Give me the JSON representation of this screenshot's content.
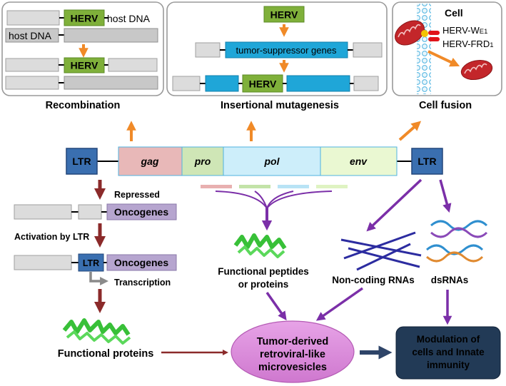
{
  "recombination": {
    "caption": "Recombination",
    "herv_top": "HERV",
    "host_dna_top": "host DNA",
    "host_dna_mid": "host DNA",
    "herv_bottom": "HERV"
  },
  "insertional": {
    "caption": "Insertional mutagenesis",
    "herv_top": "HERV",
    "tsg": "tumor-suppressor genes",
    "herv_bottom": "HERV"
  },
  "cell_fusion": {
    "caption": "Cell fusion",
    "title": "Cell",
    "label1": "HERV-W",
    "label1_sub": "E1",
    "label2": "HERV-FRD",
    "label2_sub": "1"
  },
  "genome": {
    "ltr_left": "LTR",
    "gag": "gag",
    "pro": "pro",
    "pol": "pol",
    "env": "env",
    "ltr_right": "LTR"
  },
  "oncogene": {
    "repressed": "Repressed",
    "oncogenes1": "Oncogenes",
    "activation": "Activation by LTR",
    "ltr": "LTR",
    "oncogenes2": "Oncogenes",
    "transcription": "Transcription",
    "functional_proteins": "Functional proteins"
  },
  "peptides": {
    "line1": "Functional peptides",
    "line2": "or proteins"
  },
  "rnas": {
    "noncoding": "Non-coding RNAs",
    "dsrnas": "dsRNAs"
  },
  "vesicles": {
    "line1": "Tumor-derived",
    "line2": "retroviral-like",
    "line3": "microvesicles"
  },
  "modulation": {
    "line1": "Modulation of",
    "line2": "cells and Innate",
    "line3": "immunity"
  },
  "colors": {
    "orange_arrow": "#f08a28",
    "darkred_arrow": "#8b2a2a",
    "purple_arrow": "#7b2fa8",
    "navy_arrow": "#2e4468",
    "herv_green": "#7fb03a",
    "tsg_blue": "#1fa6d8",
    "ltr_blue": "#3a6fb0",
    "gag": "#e8b8b8",
    "pro": "#cfe6b6",
    "pol": "#cdeefa",
    "env": "#eaf8d2",
    "oncogenes": "#b6a5cf",
    "vesicles": "#d98ad9",
    "modulation": "#223a56"
  }
}
